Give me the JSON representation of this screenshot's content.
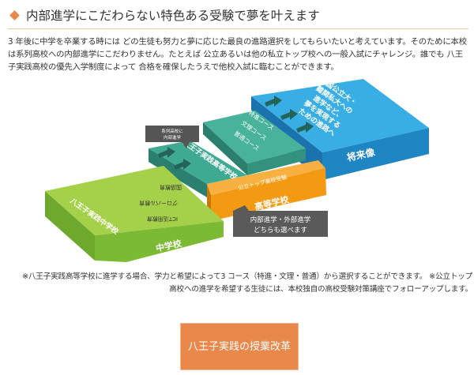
{
  "heading": "内部進学にこだわらない特色ある受験で夢を叶えます",
  "intro": "3 年後に中学を卒業する時には どの生徒も努力と夢に応じた最良の進路選択をしてもらいたいと考えています。そのために本校は系列高校への内部進学にこだわりません。たとえば 公立あるいは他の私立トップ校への一般入試にチャレンジ。誰でも 八王子実践高校の優先入学制度によって 合格を確保したうえで他校入試に臨むことができます。",
  "diagram": {
    "future_label": "将来像",
    "future_text": [
      "国公立大・",
      "難関私大への",
      "進学など、",
      "夢を実現する",
      "ための進路へ"
    ],
    "courses": [
      "特進コース",
      "文理コース",
      "普通コース"
    ],
    "hs_name": "八王子実践高等学校",
    "callout_internal": [
      "系列高校に",
      "内部進学"
    ],
    "public_exam": "公立トップ高校受験",
    "high_school_label": "高等学校",
    "callout_both": [
      "内部進学・外部進学",
      "どちらも選べます"
    ],
    "jh_name": "八王子実践中学校",
    "jh_programs": [
      "国語教育",
      "グローバル教育",
      "ICT活用教育"
    ],
    "junior_high_label": "中学校"
  },
  "footnote": "※八王子実践高等学校に進学する場合、学力と希望によって3 コース（特進・文理・普通）から選択することができます。 ※公立トップ高校への進学を希望する生徒には、本校独自の高校受験対策講座でフォローアップします。",
  "button_label": "八王子実践の授業改革",
  "colors": {
    "accent": "#e8884a",
    "blue": "#2e9bd6",
    "teal": "#3aa58f",
    "orange": "#f39a12",
    "green": "#8cc63f",
    "callout": "#555555"
  }
}
